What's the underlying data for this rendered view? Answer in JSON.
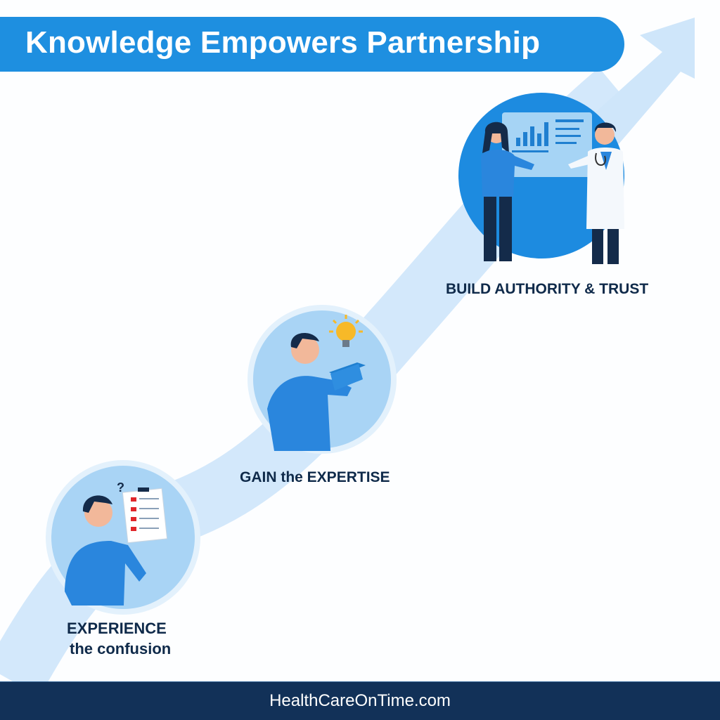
{
  "title": "Knowledge Empowers Partnership",
  "steps": [
    {
      "id": "experience",
      "label_line1": "EXPERIENCE",
      "label_line2": "the confusion",
      "illustration": "person-holding-clipboard-with-question-mark"
    },
    {
      "id": "gain",
      "label": "GAIN the EXPERTISE",
      "illustration": "person-reading-book-with-lightbulb"
    },
    {
      "id": "trust",
      "label": "BUILD AUTHORITY & TRUST",
      "illustration": "patient-and-doctor-presenting-dashboard"
    }
  ],
  "icons": {
    "question_mark": "?",
    "arrow": "upward-growth-arrow"
  },
  "footer": {
    "text": "HealthCareOnTime.com"
  },
  "colors": {
    "banner": "#1e8fe0",
    "arrow": "#cfe6fa",
    "circle_light": "#a9d4f5",
    "circle_dark": "#1d8be0",
    "label_text": "#0f2a4a",
    "footer_bg": "#123158"
  }
}
